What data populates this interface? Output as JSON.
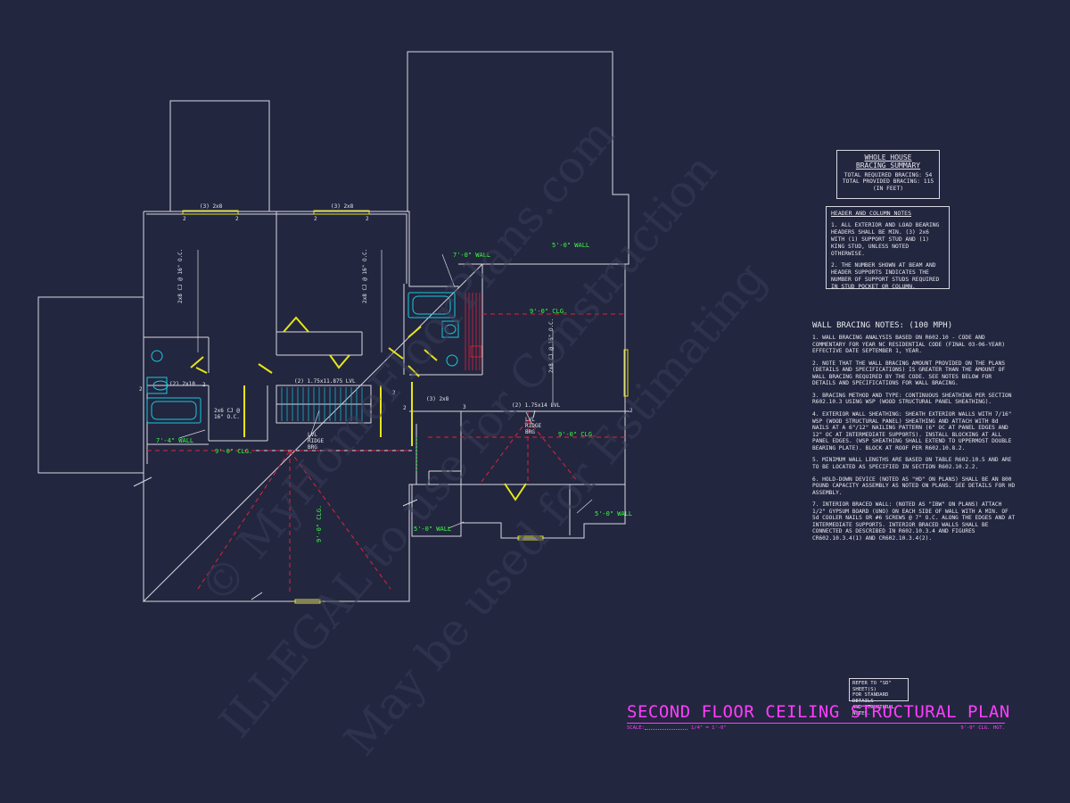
{
  "plan": {
    "labels": {
      "header_2x8_left": "(3) 2x8",
      "header_2x8_right": "(3) 2x8",
      "cj_left": "2x8 CJ @ 16\" O.C.",
      "cj_mid": "2x8 CJ @ 16\" O.C.",
      "cj_right": "2x8 CJ @ 16\" O.C.",
      "cj_small": "2x6 CJ @ 16\" O.C.",
      "header_2x10": "(2) 2x10",
      "lvl_1": "(2) 1.75x11.875 LVL",
      "lvl_2": "(2) 1.75x14 LVL",
      "header_2x8_hall": "(3) 2x8",
      "lvl_ridge_brg_left": "LVL RIDGE BRG",
      "lvl_ridge_brg_right": "LVL RIDGE BRG",
      "stud_2": "2",
      "stud_3": "3"
    },
    "walls": {
      "w7_0_upper": "7'-0\" WALL",
      "w5_0_top": "5'-0\" WALL",
      "w7_4": "7'-4\" WALL",
      "w5_0_bottom": "5'-0\" WALL",
      "w5_0_right": "5'-0\" WALL",
      "clg_9_0_right": "9'-0\" CLG.",
      "clg_9_0_left": "9'-0\" CLG.",
      "clg_9_0_mid": "9'-0\" CLG.",
      "clg_9_0_vertical": "9'-0\" CLG."
    }
  },
  "bracing_summary": {
    "title": "WHOLE HOUSE BRACING SUMMARY",
    "required": "TOTAL REQUIRED BRACING: 54",
    "provided": "TOTAL PROVIDED BRACING: 115",
    "unit": "(IN FEET)"
  },
  "header_notes": {
    "title": "HEADER AND COLUMN NOTES",
    "note1": "1. ALL EXTERIOR AND LOAD BEARING HEADERS SHALL BE MIN. (3) 2x6 WITH (1) SUPPORT STUD AND (1) KING STUD, UNLESS NOTED OTHERWISE.",
    "note2": "2. THE NUMBER SHOWN AT BEAM AND HEADER SUPPORTS INDICATES THE NUMBER OF SUPPORT STUDS REQUIRED IN STUD POCKET OR COLUMN."
  },
  "wall_bracing_notes": {
    "title": "WALL BRACING NOTES: (100 MPH)",
    "n1": "1. WALL BRACING ANALYSIS BASED ON R602.10 - CODE AND COMMENTARY FOR YEAR NC RESIDENTIAL CODE (FINAL 03-06-YEAR) EFFECTIVE DATE SEPTEMBER 1, YEAR.",
    "n2": "2. NOTE THAT THE WALL BRACING AMOUNT PROVIDED ON THE PLANS (DETAILS AND SPECIFICATIONS) IS GREATER THAN THE AMOUNT OF WALL BRACING REQUIRED BY THE CODE. SEE NOTES BELOW FOR DETAILS AND SPECIFICATIONS FOR WALL BRACING.",
    "n3": "3. BRACING METHOD AND TYPE: CONTINUOUS SHEATHING PER SECTION R602.10.3 USING WSP (WOOD STRUCTURAL PANEL SHEATHING).",
    "n4": "4. EXTERIOR WALL SHEATHING: SHEATH EXTERIOR WALLS WITH 7/16\" WSP (WOOD STRUCTURAL PANEL) SHEATHING AND ATTACH WITH 8d NAILS AT A 6\"/12\" NAILING PATTERN (6\" OC AT PANEL EDGES AND 12\" OC AT INTERMEDIATE SUPPORTS). INSTALL BLOCKING AT ALL PANEL EDGES. (WSP SHEATHING SHALL EXTEND TO UPPERMOST DOUBLE BEARING PLATE). BLOCK AT ROOF PER R602.10.8.2.",
    "n5": "5. MINIMUM WALL LENGTHS ARE BASED ON TABLE R602.10.5 AND ARE TO BE LOCATED AS SPECIFIED IN SECTION R602.10.2.2.",
    "n6": "6. HOLD-DOWN DEVICE (NOTED AS \"HD\" ON PLANS) SHALL BE AN 800 POUND CAPACITY ASSEMBLY AS NOTED ON PLANS. SEE DETAILS FOR HD ASSEMBLY.",
    "n7": "7. INTERIOR BRACED WALL: (NOTED AS \"IBW\" ON PLANS) ATTACH 1/2\" GYPSUM BOARD (UNO) ON EACH SIDE OF WALL WITH A MIN. OF 5d COOLER NAILS OR #6 SCREWS @ 7\" O.C. ALONG THE EDGES AND AT INTERMEDIATE SUPPORTS. INTERIOR BRACED WALLS SHALL BE CONNECTED AS DESCRIBED IN R602.10.3.4 AND FIGURES CR602.10.3.4(1) AND CR602.10.3.4(2)."
  },
  "refer_box": {
    "line1": "REFER TO \"SD\" SHEET(S)",
    "line2": "FOR STANDARD DETAILS",
    "line3": "AND STRUCTURAL NOTES."
  },
  "title_block": {
    "title": "SECOND FLOOR CEILING STRUCTURAL PLAN",
    "scale_label": "SCALE:",
    "scale_value": "1/4\" = 1'-0\"",
    "ceiling_height": "9'-0\" CLG. HGT."
  },
  "watermark": {
    "line1": "© MyHomeFloorPlans.com",
    "line2": "ILLEGAL to use for Construction",
    "line3": "May be used for Estimating"
  },
  "colors": {
    "background": "#23263f",
    "linework": "#d8d8e0",
    "wall_label": "#39ff3c",
    "beam": "#e6e619",
    "ceiling_line": "#e0233c",
    "fixture": "#19c8dc",
    "title": "#ff3dff"
  }
}
